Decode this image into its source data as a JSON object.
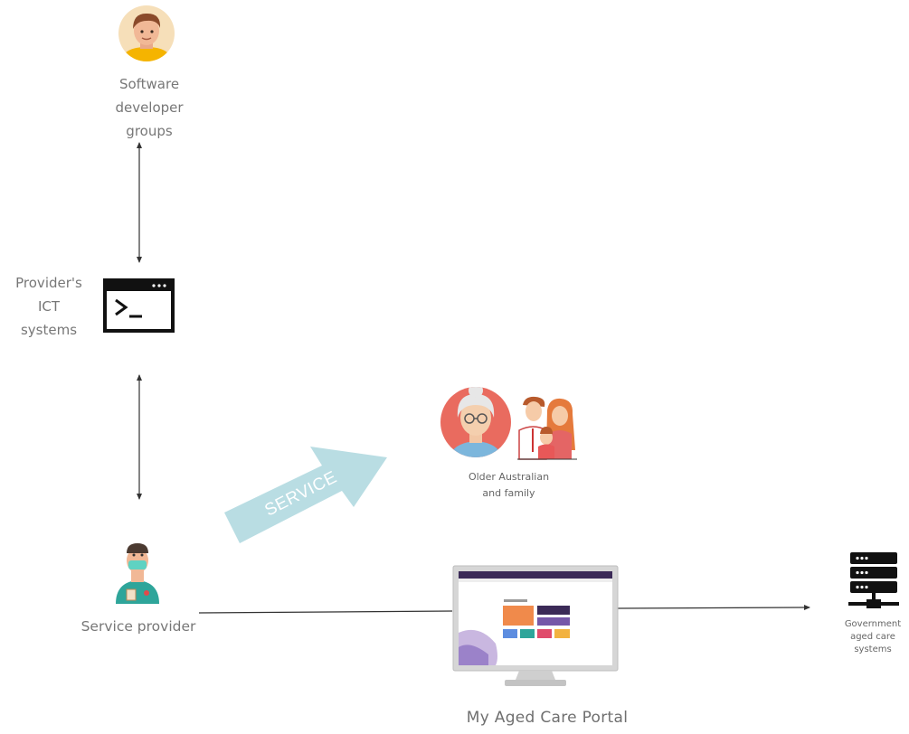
{
  "nodes": {
    "developer": {
      "label": "Software\ndeveloper\ngroups",
      "icon": "developer-avatar-icon"
    },
    "ict": {
      "label": "Provider's\nICT\nsystems",
      "icon": "terminal-window-icon"
    },
    "older": {
      "label": "Older Australian\nand family",
      "icon": "older-person-and-family-icon"
    },
    "provider": {
      "label": "Service provider",
      "icon": "nurse-icon"
    },
    "government": {
      "label": "Government\naged care\nsystems",
      "icon": "server-stack-icon"
    },
    "portal": {
      "label": "My Aged Care Portal",
      "icon": "desktop-monitor-icon"
    }
  },
  "service_arrow": {
    "label": "SERVICE",
    "color": "#b9dde3"
  },
  "colors": {
    "connector": "#333333",
    "older_avatar_bg": "#e96b5f",
    "developer_avatar_bg": "#f6dfb9",
    "nurse_scrubs": "#2ea59a"
  }
}
